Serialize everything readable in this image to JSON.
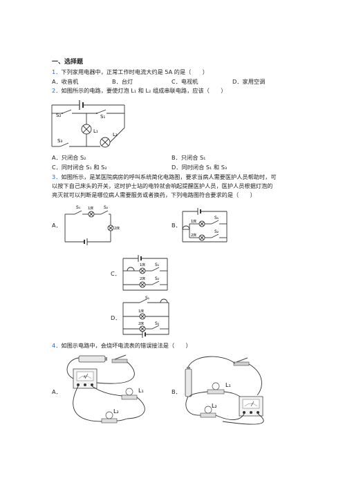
{
  "section": "一、选择题",
  "q1": {
    "num": "1．",
    "text": "下列家用电器中，正常工作时电流大约是 5A 的是（　　）",
    "options": [
      {
        "letter": "A．",
        "text": "收音机"
      },
      {
        "letter": "B．",
        "text": "台灯"
      },
      {
        "letter": "C．",
        "text": "电视机"
      },
      {
        "letter": "D．",
        "text": "家用空调"
      }
    ]
  },
  "q2": {
    "num": "2．",
    "text": "如图所示的电路，要使灯泡 L₁ 和 L₂ 组成串联电路，应该（　　）",
    "labels": {
      "s1": "S₁",
      "s2": "S₂",
      "s3": "S₃",
      "l1": "L₁",
      "l2": "L₂"
    },
    "options": [
      {
        "letter": "A．",
        "text": "只闭合 S₂"
      },
      {
        "letter": "B．",
        "text": "只闭合 S₁"
      },
      {
        "letter": "C．",
        "text": "同时闭合 S₁ 和 S₂"
      },
      {
        "letter": "D．",
        "text": "同时闭合 S₁ 和 S₃"
      }
    ]
  },
  "q3": {
    "num": "3．",
    "lines": [
      "如图所示，是某医院病房的呼叫系统简化电路图，要求当病人需要医护人员帮助时，可",
      "以按下自己床头的开关，这时护士站的电铃就会响起提醒医护人员，医护人员根据灯泡的",
      "亮灭就可以判断是哪位病人需要服务或者换药，下列电路图符合要求的是（　　）"
    ],
    "letters": {
      "a": "A．",
      "b": "B．",
      "c": "C．",
      "d": "D．"
    },
    "labels": {
      "s1": "S₁",
      "s2": "S₂",
      "bed1": "1床",
      "bed2": "2床"
    }
  },
  "q4": {
    "num": "4．",
    "text": "如图示电路中，会烧坏电流表的错误接法是（　　）",
    "letters": {
      "a": "A．",
      "b": "B．"
    },
    "labels": {
      "l1": "L₁",
      "l2": "L₂"
    }
  }
}
